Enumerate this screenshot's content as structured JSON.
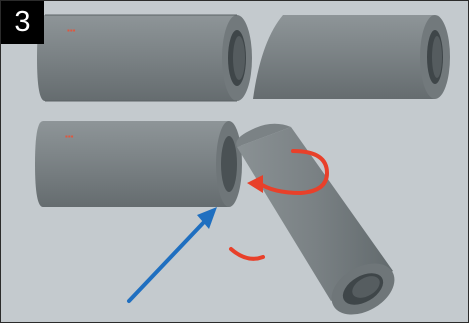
{
  "step_badge": "3",
  "colors": {
    "background": "#c4cace",
    "pipe_body": "#7f8689",
    "pipe_end": "#6b7275",
    "pipe_bore": "#3f4649",
    "rotation_arrow": "#e8402a",
    "direction_arrow": "#1f6fc0"
  },
  "icons": [
    "rotate-arrow-icon",
    "pointer-arrow-icon"
  ],
  "parts": [
    "pipe-straight-cut",
    "pipe-angled-cut",
    "pipe-joined-left",
    "pipe-joined-angled"
  ]
}
